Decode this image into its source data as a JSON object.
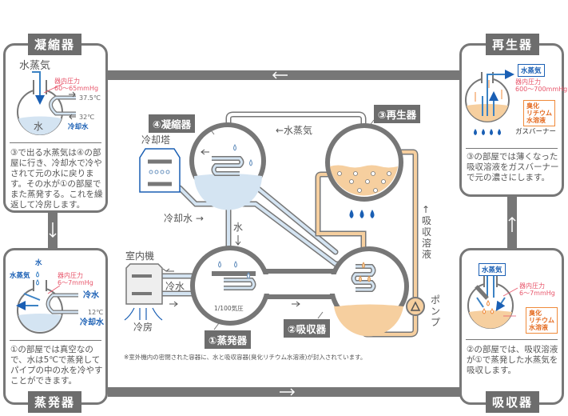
{
  "condenser_panel": {
    "title": "凝縮器",
    "steam": "水蒸気",
    "pressure": "器内圧力\n60～65mmHg",
    "temp_out": "37.5℃",
    "temp_in": "32℃",
    "cooling_water": "冷却水",
    "water": "水",
    "description": "③で出る水蒸気は④の部屋に行き、冷却水で冷やされて元の水に戻ります。その水が①の部屋でまた蒸発する。これを繰返して冷房します。"
  },
  "regenerator_panel": {
    "title": "再生器",
    "steam": "水蒸気",
    "pressure": "器内圧力\n600～700mmHg",
    "solution": "臭化\nリチウム\n水溶液",
    "burner": "ガスバーナー",
    "description": "③の部屋では薄くなった吸収溶液をガスバーナーで元の濃さにします。"
  },
  "evaporator_panel": {
    "title": "蒸発器",
    "water": "水",
    "steam": "水蒸気",
    "pressure": "器内圧力\n6～7mmHg",
    "cold_water": "冷水",
    "temp": "12℃",
    "cooling_water": "冷却水",
    "description": "①の部屋では真空なので、水は5℃で蒸発してパイプの中の水を冷やすことができます。"
  },
  "absorber_panel": {
    "title": "吸収器",
    "steam": "水蒸気",
    "pressure": "器内圧力\n6～7mmHg",
    "solution": "臭化\nリチウム\n水溶液",
    "description": "②の部屋では、吸収溶液が①で蒸発した水蒸気を吸収します。"
  },
  "main": {
    "condenser_label": "④凝縮器",
    "regenerator_label": "③再生器",
    "evaporator_label": "①蒸発器",
    "absorber_label": "②吸収器",
    "cooling_tower": "冷却塔",
    "steam_flow": "←水蒸気",
    "cooling_water_flow": "冷却水 →",
    "water_flow": "水",
    "indoor_unit": "室内機",
    "cold_water": "冷水",
    "cooling": "冷房",
    "pressure": "1/100気圧",
    "solution_flow": "↑吸収溶液",
    "pump": "ポンプ",
    "footnote": "※室外機内の密閉された容器に、水と吸収容器(臭化リチウム水溶液)が封入されています。"
  },
  "colors": {
    "band": "#777777",
    "water": "#d4e4f2",
    "solution": "#f6cf9f",
    "blue": "#1a5fb4",
    "red": "#e8566b"
  }
}
